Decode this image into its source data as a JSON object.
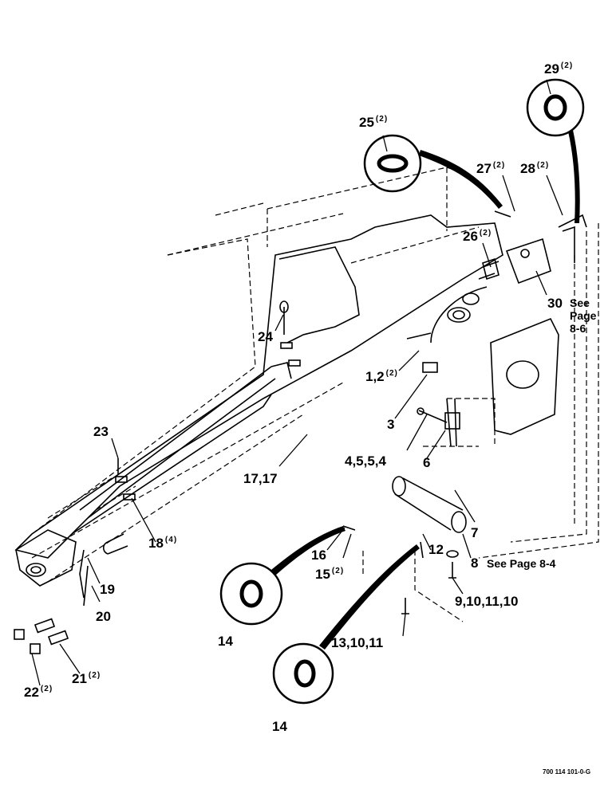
{
  "figure_number": "700 114 101-0-G",
  "callouts": {
    "c1_2": {
      "num": "1,2",
      "qty": "(2)"
    },
    "c3": {
      "num": "3",
      "qty": ""
    },
    "c4_5_5_4": {
      "num": "4,5,5,4",
      "qty": ""
    },
    "c6": {
      "num": "6",
      "qty": ""
    },
    "c7": {
      "num": "7",
      "qty": ""
    },
    "c8": {
      "num": "8",
      "qty": ""
    },
    "c9_10_11_10": {
      "num": "9,10,11,10",
      "qty": ""
    },
    "c12": {
      "num": "12",
      "qty": ""
    },
    "c13_10_11": {
      "num": "13,10,11",
      "qty": ""
    },
    "c14a": {
      "num": "14",
      "qty": ""
    },
    "c14b": {
      "num": "14",
      "qty": ""
    },
    "c15": {
      "num": "15",
      "qty": "(2)"
    },
    "c16": {
      "num": "16",
      "qty": ""
    },
    "c17_17": {
      "num": "17,17",
      "qty": ""
    },
    "c18": {
      "num": "18",
      "qty": "(4)"
    },
    "c19": {
      "num": "19",
      "qty": ""
    },
    "c20": {
      "num": "20",
      "qty": ""
    },
    "c21": {
      "num": "21",
      "qty": "(2)"
    },
    "c22": {
      "num": "22",
      "qty": "(2)"
    },
    "c23": {
      "num": "23",
      "qty": ""
    },
    "c24": {
      "num": "24",
      "qty": ""
    },
    "c25": {
      "num": "25",
      "qty": "(2)"
    },
    "c26": {
      "num": "26",
      "qty": "(2)"
    },
    "c27": {
      "num": "27",
      "qty": "(2)"
    },
    "c28": {
      "num": "28",
      "qty": "(2)"
    },
    "c29": {
      "num": "29",
      "qty": "(2)"
    },
    "c30": {
      "num": "30",
      "qty": ""
    }
  },
  "notes": {
    "see_page_8_6_line1": "See",
    "see_page_8_6_line2": "Page",
    "see_page_8_6_line3": "8-6",
    "see_page_8_4": "See Page 8-4"
  }
}
